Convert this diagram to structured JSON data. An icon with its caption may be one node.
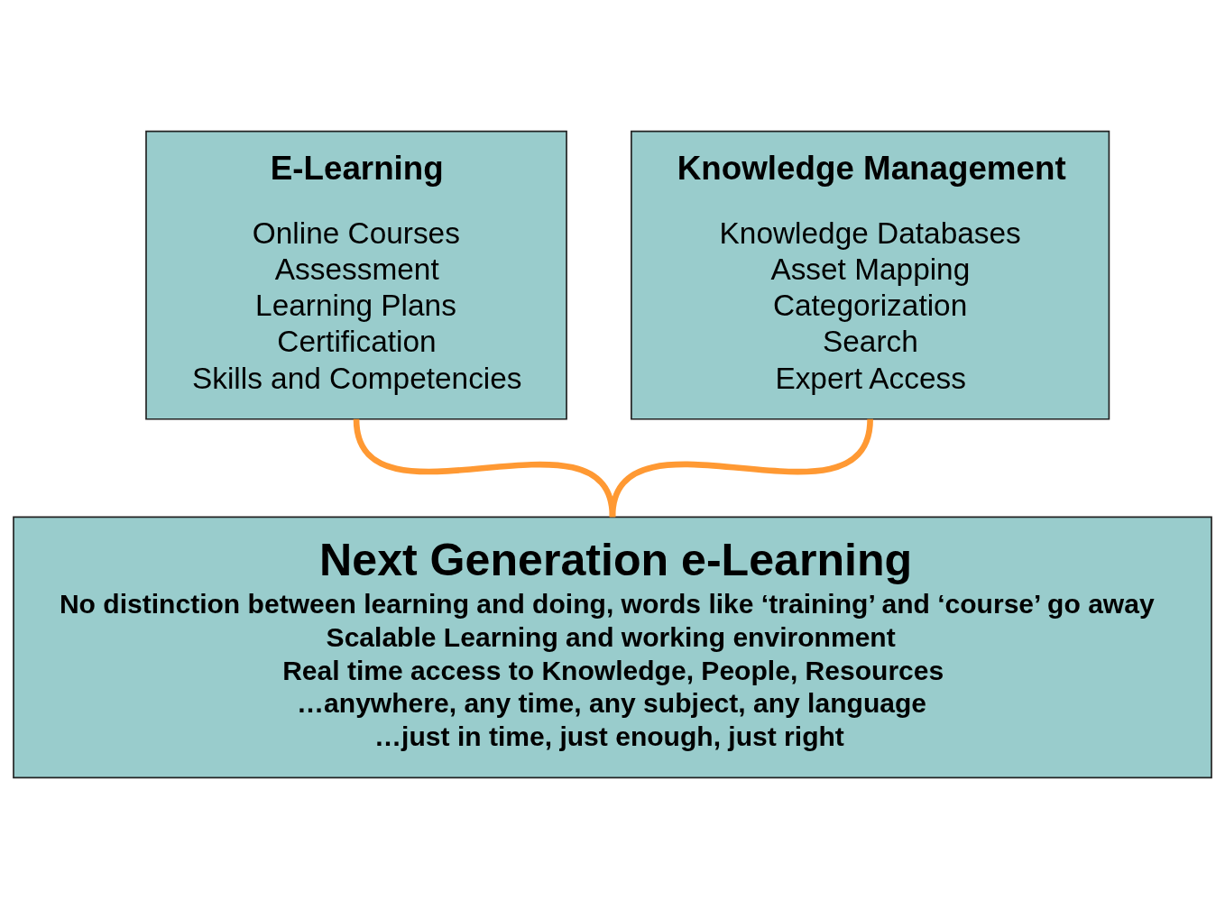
{
  "diagram": {
    "nodes": [
      {
        "text": [
          "E-Learning",
          "Online Courses",
          "Assessment",
          "Learning Plans",
          "Certification",
          "Skills and Competencies"
        ]
      },
      {
        "text": [
          "Knowledge Management",
          "Knowledge Databases",
          "Asset Mapping",
          "Categorization",
          "Search",
          "Expert Access"
        ]
      },
      {
        "text": [
          "Next Generation e-Learning",
          "No distinction between learning and doing, words like ‘training’ and ‘course’ go away",
          "Scalable Learning and working environment",
          "Real time access to Knowledge, People, Resources",
          "…anywhere, any time, any subject, any language",
          "…just in time, just enough, just right"
        ]
      }
    ],
    "edges": [
      {
        "from": 0,
        "to": 2,
        "arrow": "none",
        "color": "#ff9933"
      },
      {
        "from": 1,
        "to": 2,
        "arrow": "none",
        "color": "#ff9933"
      }
    ]
  }
}
